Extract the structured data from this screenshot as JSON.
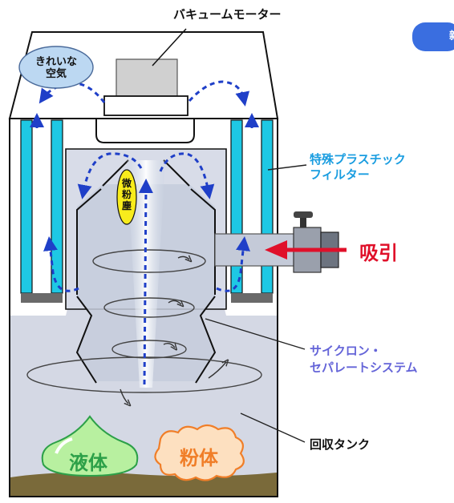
{
  "labels": {
    "vacuum_motor": "バキュームモーター",
    "clean_air_line1": "きれいな",
    "clean_air_line2": "空気",
    "filter_line1": "特殊プラスチック",
    "filter_line2": "フィルター",
    "fine_dust": "微粉塵",
    "suction": "吸引",
    "cyclone_line1": "サイクロン・",
    "cyclone_line2": "セパレートシステム",
    "tank": "回収タンク",
    "liquid": "液体",
    "powder": "粉体",
    "badge": "新"
  },
  "colors": {
    "filter": "#1ec8e4",
    "flow_arrow": "#1f3fc8",
    "suction_arrow": "#e0102a",
    "dust": "#f8ec1c",
    "liquid": "#2ca048",
    "powder": "#f07e28",
    "floor": "#7a6a3a"
  }
}
